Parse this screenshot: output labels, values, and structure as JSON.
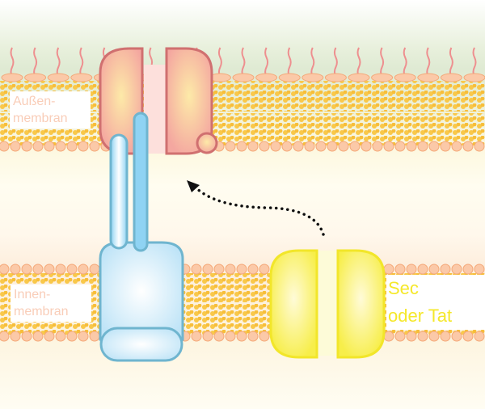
{
  "diagram": {
    "outer_membrane_label_line1": "Außen-",
    "outer_membrane_label_line2": "membran",
    "inner_membrane_label_line1": "Innen-",
    "inner_membrane_label_line2": "membran",
    "translocon_label_line1": "Sec",
    "translocon_label_line2": "oder Tat",
    "colors": {
      "outer_label": "#f9cdb8",
      "inner_label": "#f9cdb8",
      "translocon_label": "#f5e82a",
      "outer_protein": "#f4a7a0",
      "inner_protein": "#bfe4f7",
      "translocon": "#f7ee4a",
      "lipid_tail": "#f9c84a",
      "lipid_head": "#fbc9a8",
      "lps_chain": "#ee8f8f"
    }
  }
}
